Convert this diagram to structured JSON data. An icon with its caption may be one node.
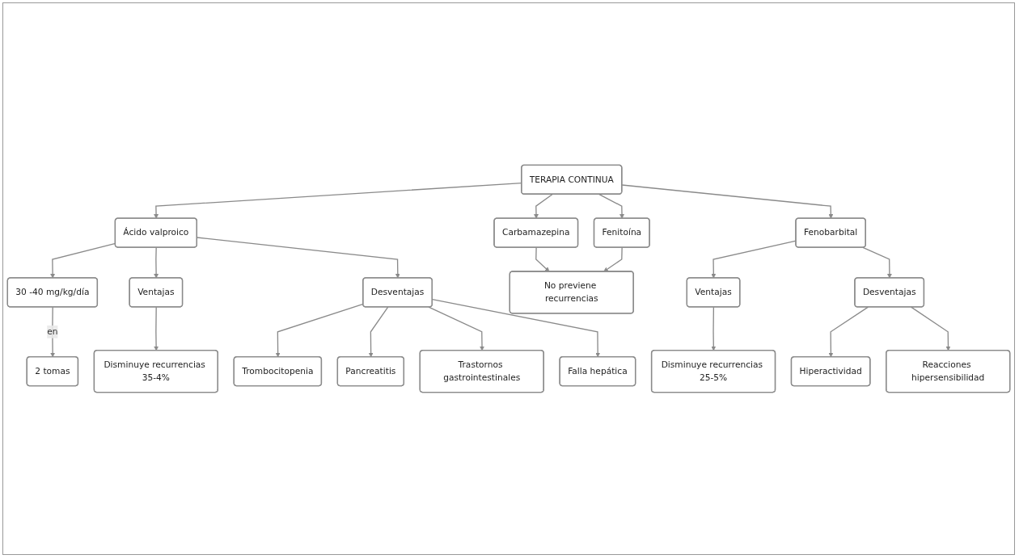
{
  "diagram": {
    "nodes": [
      {
        "text": [
          "TERAPIA CONTINUA"
        ]
      },
      {
        "text": [
          "Ácido valproico"
        ]
      },
      {
        "text": [
          "Fenobarbital"
        ]
      },
      {
        "text": [
          "Carbamazepina"
        ]
      },
      {
        "text": [
          "Fenitoína"
        ]
      },
      {
        "text": [
          "30 -40 mg/kg/día"
        ]
      },
      {
        "text": [
          "Ventajas"
        ]
      },
      {
        "text": [
          "Desventajas"
        ]
      },
      {
        "text": [
          "No previene recurrencias"
        ]
      },
      {
        "text": [
          "2 tomas"
        ]
      },
      {
        "text": [
          "Disminuye recurrencias 35-4%"
        ]
      },
      {
        "text": [
          "Ventajas"
        ]
      },
      {
        "text": [
          "Desventajas"
        ]
      },
      {
        "text": [
          "Disminuye recurrencias 25-5%"
        ]
      },
      {
        "text": [
          "Hiperactividad"
        ]
      },
      {
        "text": [
          "Reacciones hipersensibilidad"
        ]
      },
      {
        "text": [
          "Trombocitopenia"
        ]
      },
      {
        "text": [
          "Pancreatitis"
        ]
      },
      {
        "text": [
          "Trastornos gastrointestinales"
        ]
      },
      {
        "text": [
          "Falla hepática"
        ]
      }
    ],
    "edges": [
      {
        "from": 0,
        "to": 1,
        "arrow": "to"
      },
      {
        "from": 0,
        "to": 2,
        "arrow": "to"
      },
      {
        "from": 0,
        "to": 3,
        "arrow": "to"
      },
      {
        "from": 0,
        "to": 4,
        "arrow": "to"
      },
      {
        "from": 1,
        "to": 5,
        "arrow": "to"
      },
      {
        "from": 1,
        "to": 6,
        "arrow": "to"
      },
      {
        "from": 1,
        "to": 7,
        "arrow": "to"
      },
      {
        "from": 3,
        "to": 8,
        "arrow": "to"
      },
      {
        "from": 4,
        "to": 8,
        "arrow": "to"
      },
      {
        "from": 5,
        "to": 9,
        "arrow": "to",
        "label": "en"
      },
      {
        "from": 6,
        "to": 10,
        "arrow": "to"
      },
      {
        "from": 2,
        "to": 11,
        "arrow": "to"
      },
      {
        "from": 2,
        "to": 12,
        "arrow": "to"
      },
      {
        "from": 11,
        "to": 13,
        "arrow": "to"
      },
      {
        "from": 12,
        "to": 14,
        "arrow": "to"
      },
      {
        "from": 12,
        "to": 15,
        "arrow": "to"
      },
      {
        "from": 7,
        "to": 16,
        "arrow": "to"
      },
      {
        "from": 7,
        "to": 17,
        "arrow": "to"
      },
      {
        "from": 7,
        "to": 18,
        "arrow": "to"
      },
      {
        "from": 7,
        "to": 19,
        "arrow": "to"
      }
    ]
  }
}
